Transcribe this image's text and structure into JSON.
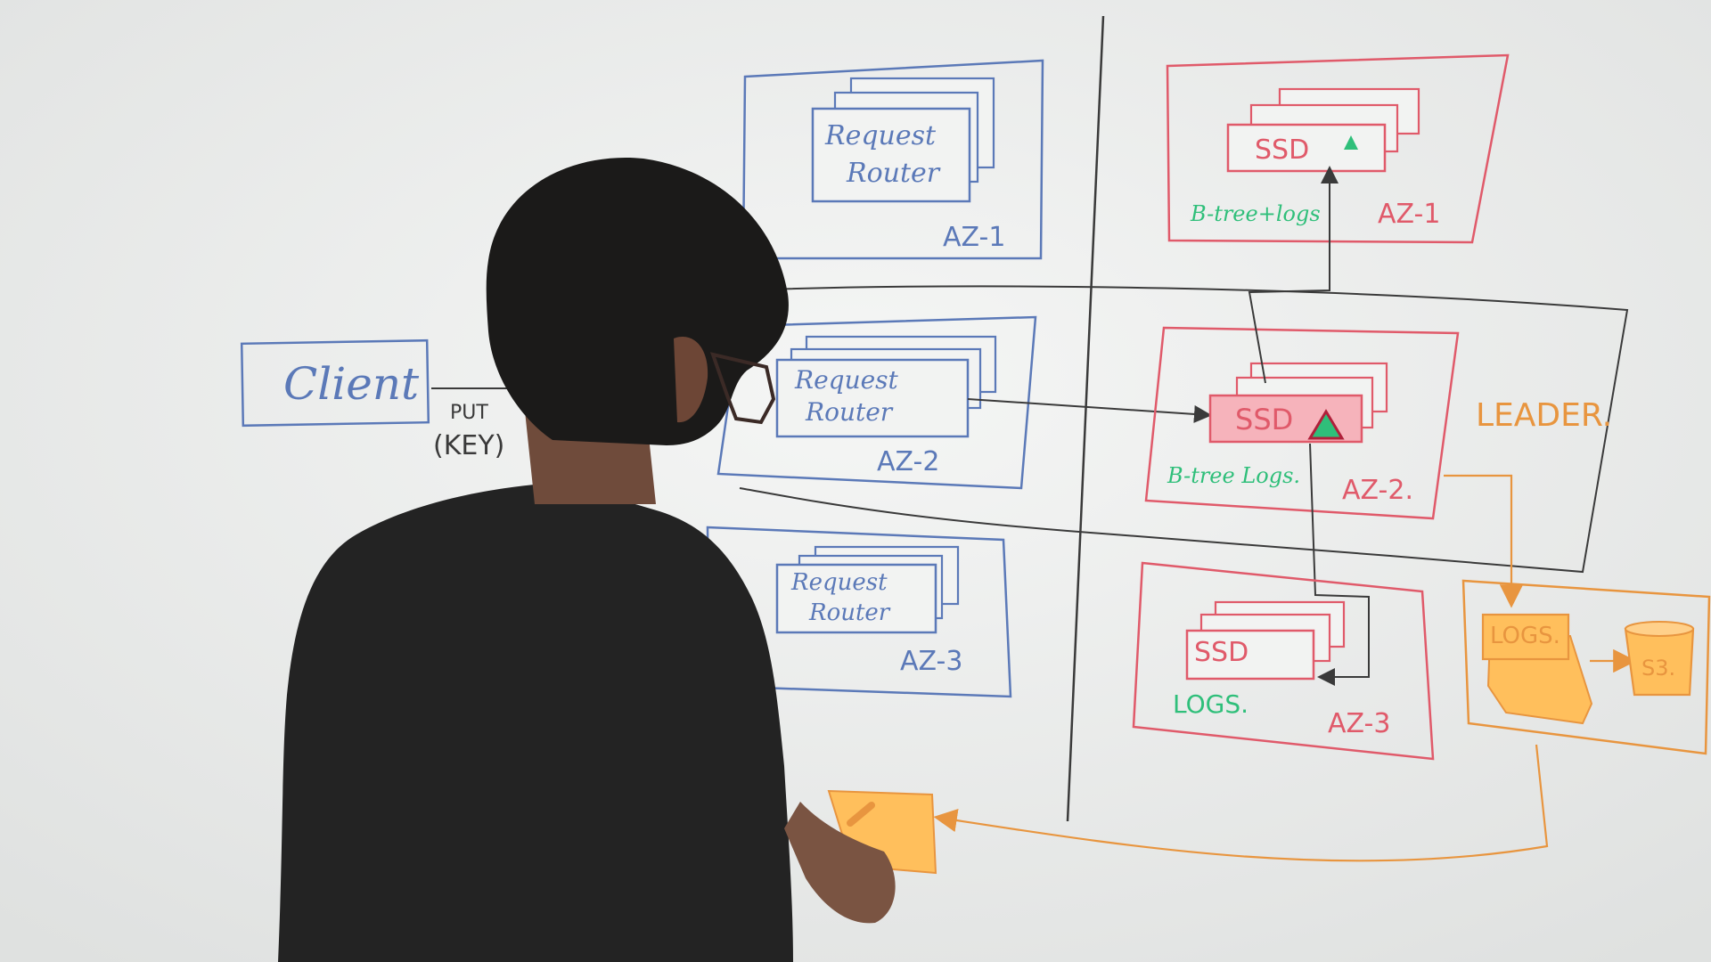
{
  "scene": {
    "description_visible_only": true,
    "colors": {
      "board": "#f2f3f2",
      "blue_ink": "#5b79b8",
      "red_ink": "#e05a6a",
      "black_ink": "#3a3a3a",
      "orange_ink": "#e8953f",
      "green_ink": "#2fbf7a",
      "highlight_red": "#f6b3bb",
      "highlight_orange": "#ffbf5c",
      "shirt": "#232323",
      "hair": "#1b1a19",
      "skin": "#7a5442"
    }
  },
  "client": {
    "label": "Client"
  },
  "request": {
    "method": "PUT",
    "payload": "(KEY)"
  },
  "routers": [
    {
      "line1": "Request",
      "line2": "Router",
      "zone": "AZ-1"
    },
    {
      "line1": "Request",
      "line2": "Router",
      "zone": "AZ-2"
    },
    {
      "line1": "Request",
      "line2": "Router",
      "zone": "AZ-3"
    }
  ],
  "storage": [
    {
      "ssd": "SSD",
      "store": "B-tree+logs",
      "zone": "AZ-1"
    },
    {
      "ssd": "SSD",
      "store": "B-tree Logs.",
      "zone": "AZ-2."
    },
    {
      "ssd": "SSD",
      "store": "LOGS.",
      "zone": "AZ-3"
    }
  ],
  "leader": {
    "label": "LEADER."
  },
  "backup": {
    "logs": "LOGS.",
    "s3": "S3."
  }
}
